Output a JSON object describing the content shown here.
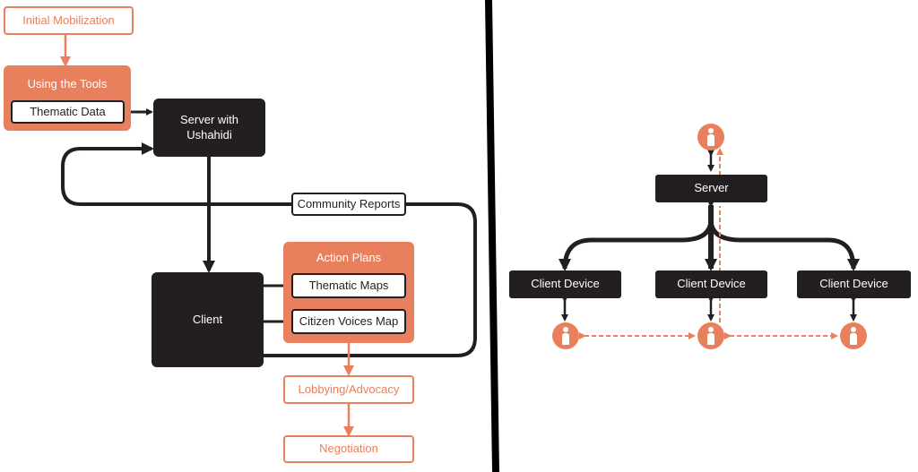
{
  "left": {
    "initial_mobilization": "Initial Mobilization",
    "using_the_tools": {
      "title": "Using the Tools",
      "thematic_data": "Thematic Data"
    },
    "server": "Server with Ushahidi",
    "community_reports": "Community Reports",
    "client": "Client",
    "action_plans": {
      "title": "Action Plans",
      "thematic_maps": "Thematic Maps",
      "citizen_voices_map": "Citizen Voices Map"
    },
    "lobbying": "Lobbying/Advocacy",
    "negotiation": "Negotiation"
  },
  "right": {
    "server": "Server",
    "client_devices": [
      "Client Device",
      "Client Device",
      "Client Device"
    ]
  },
  "colors": {
    "accent": "#e8805e",
    "dark": "#231f20",
    "background": "#ffffff"
  },
  "icons": [
    "person-icon",
    "arrow-icon"
  ]
}
